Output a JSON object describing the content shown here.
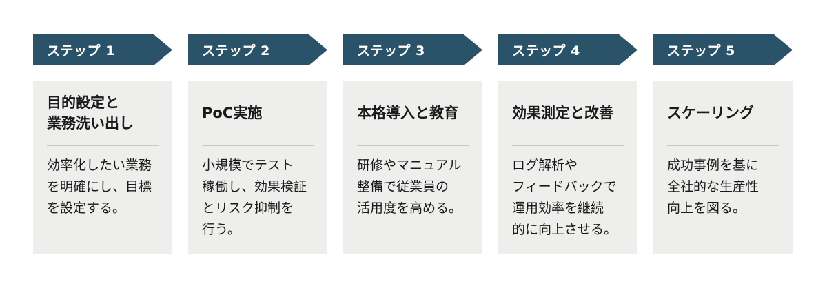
{
  "diagram": {
    "type": "process-steps",
    "steps": [
      {
        "label": "ステップ 1",
        "title": "目的設定と\n業務洗い出し",
        "description": "効率化したい業務\nを明確にし、目標\nを設定する。"
      },
      {
        "label": "ステップ 2",
        "title": "PoC実施",
        "description": "小規模でテスト\n稼働し、効果検証\nとリスク抑制を\n行う。"
      },
      {
        "label": "ステップ 3",
        "title": "本格導入と教育",
        "description": "研修やマニュアル\n整備で従業員の\n活用度を高める。"
      },
      {
        "label": "ステップ 4",
        "title": "効果測定と改善",
        "description": "ログ解析や\nフィードバックで\n運用効率を継続\n的に向上させる。"
      },
      {
        "label": "ステップ 5",
        "title": "スケーリング",
        "description": "成功事例を基に\n全社的な生産性\n向上を図る。"
      }
    ]
  },
  "colors": {
    "arrow_fill": "#2A5269",
    "arrow_text": "#FFFFFF",
    "card_background": "#EEEEED",
    "divider": "#C9C9C9",
    "text": "#1A1A1A",
    "page_background": "#FFFFFF"
  }
}
